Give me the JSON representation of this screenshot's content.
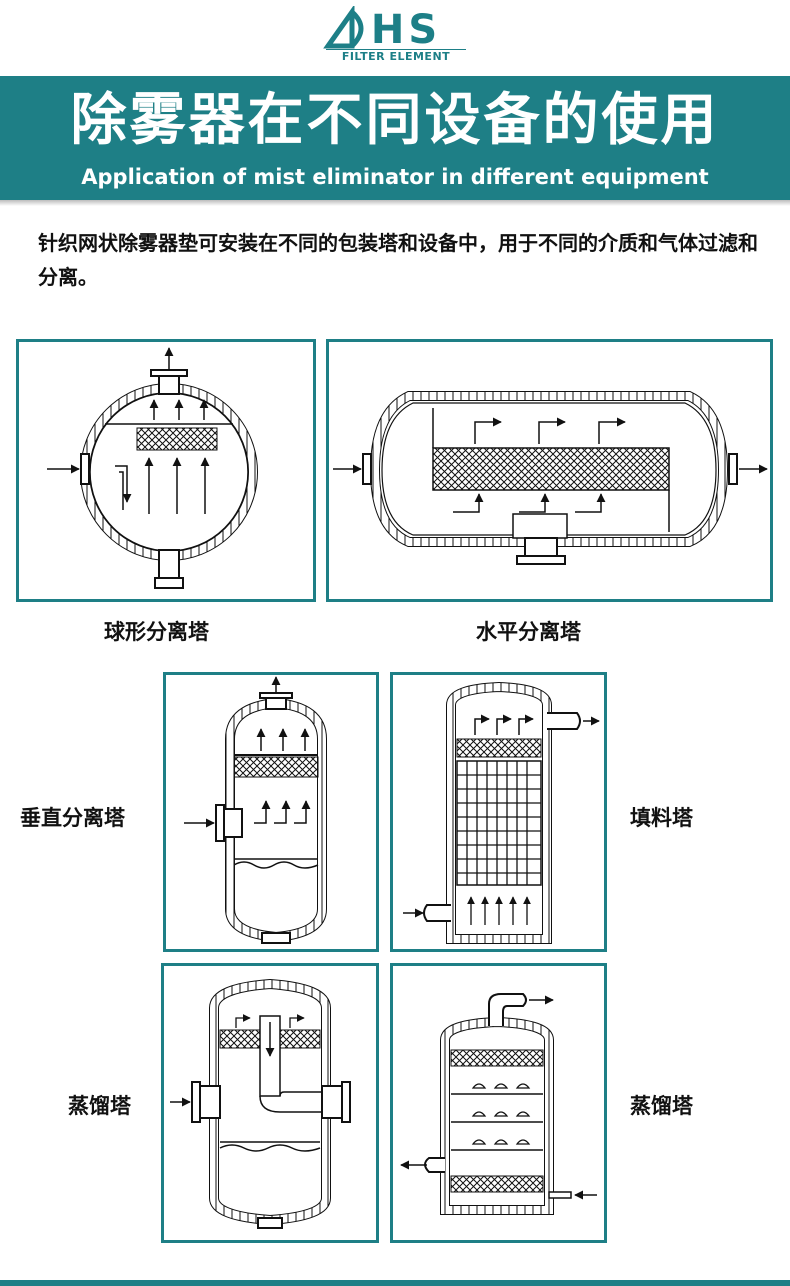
{
  "logo": {
    "brand": "HS",
    "tagline": "FILTER ELEMENT",
    "mark": "dhs-logo-icon"
  },
  "banner": {
    "title": "除雾器在不同设备的使用",
    "subtitle": "Application of mist eliminator in different equipment"
  },
  "intro": "针织网状除雾器垫可安装在不同的包装塔和设备中，用于不同的介质和气体过滤和分离。",
  "labels": {
    "spherical": "球形分离塔",
    "horizontal": "水平分离塔",
    "vertical": "垂直分离塔",
    "packed": "填料塔",
    "distill_left": "蒸馏塔",
    "distill_right": "蒸馏塔"
  },
  "colors": {
    "accent": "#1e7f86"
  }
}
